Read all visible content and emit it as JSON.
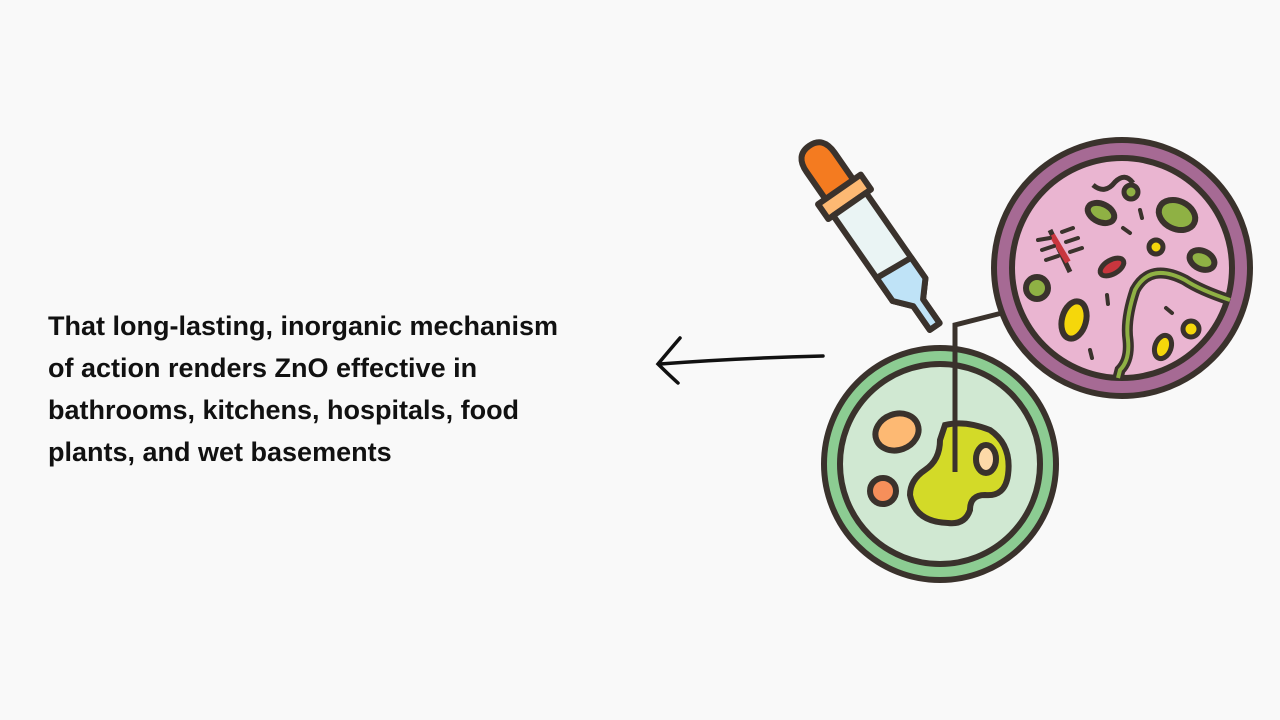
{
  "caption": {
    "lines": [
      "That long-lasting, inorganic mechanism",
      "of action renders ZnO effective in",
      "bathrooms, kitchens, hospitals, food",
      "plants, and wet basements"
    ]
  },
  "illustration": {
    "icons": [
      "dropper-icon",
      "petri-dish-icon",
      "magnified-bacteria-icon",
      "arrow-left-icon"
    ],
    "colors": {
      "outline": "#3a322c",
      "green_rim": "#8ccc92",
      "green_fill": "#d0e8d2",
      "purple_rim": "#a66a94",
      "pink_fill": "#eab5d1",
      "orange": "#f47b20",
      "background": "#f9f9f9"
    }
  }
}
